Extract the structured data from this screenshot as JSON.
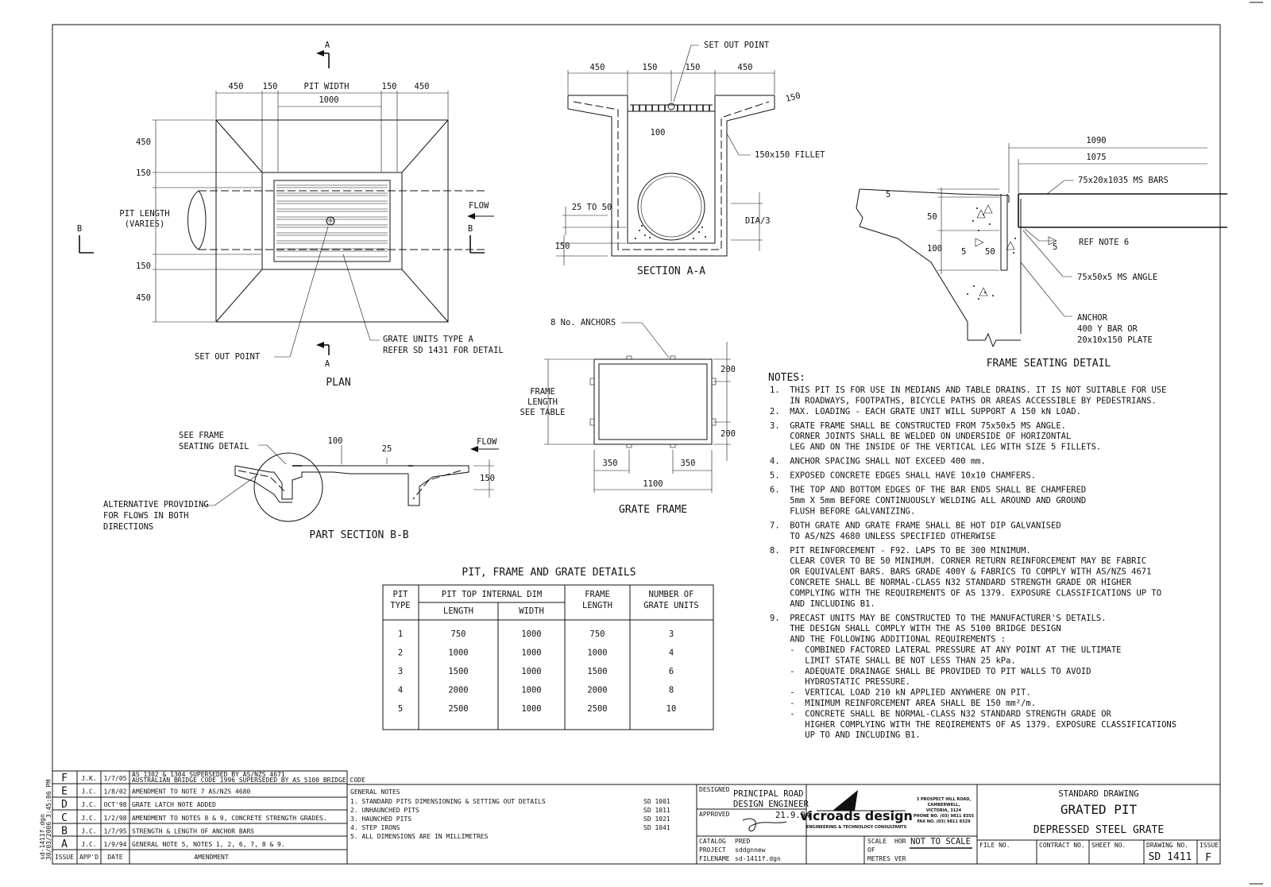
{
  "plan": {
    "section_top": "A",
    "section_bottom": "A",
    "dim_top": [
      "450",
      "150",
      "PIT WIDTH",
      "150",
      "450"
    ],
    "dim_pit_width": "1000",
    "dim_left": [
      "450",
      "150",
      "150",
      "450"
    ],
    "pit_length_1": "PIT LENGTH",
    "pit_length_2": "(VARIES)",
    "section_b_left": "B",
    "section_b_right": "B",
    "flow": "FLOW",
    "set_out_point": "SET OUT POINT",
    "grate_units_1": "GRATE UNITS TYPE A",
    "grate_units_2": "REFER SD 1431 FOR DETAIL",
    "title": "PLAN"
  },
  "section_aa": {
    "set_out_point": "SET OUT POINT",
    "dim_top": [
      "450",
      "150",
      "150",
      "450"
    ],
    "dim_slope": "150",
    "dim_100": "100",
    "fillet": "150x150 FILLET",
    "dim_25_50": "25 TO 50",
    "dia": "DIA/3",
    "dim_150": "150",
    "title": "SECTION A-A"
  },
  "frame_seating": {
    "dim_1090": "1090",
    "dim_1075": "1075",
    "bars": "75x20x1035 MS BARS",
    "dim_5a": "5",
    "dim_50a": "50",
    "dim_100": "100",
    "dim_5b": "5",
    "dim_50b": "50",
    "dim_5c": "5",
    "ref_note": "REF NOTE 6",
    "angle": "75x50x5 MS ANGLE",
    "anchor_1": "ANCHOR",
    "anchor_2": "400 Y BAR OR",
    "anchor_3": "20x10x150 PLATE",
    "title": "FRAME SEATING DETAIL"
  },
  "grate_frame": {
    "anchors": "8 No. ANCHORS",
    "frame_length_1": "FRAME",
    "frame_length_2": "LENGTH",
    "frame_length_3": "SEE TABLE",
    "dim_200a": "200",
    "dim_200b": "200",
    "dim_350a": "350",
    "dim_350b": "350",
    "dim_1100": "1100",
    "title": "GRATE FRAME"
  },
  "part_section": {
    "see_frame_1": "SEE FRAME",
    "see_frame_2": "SEATING DETAIL",
    "dim_100": "100",
    "dim_25": "25",
    "flow": "FLOW",
    "dim_150": "150",
    "alt_1": "ALTERNATIVE PROVIDING",
    "alt_2": "FOR FLOWS IN BOTH",
    "alt_3": "DIRECTIONS",
    "title": "PART SECTION B-B"
  },
  "table": {
    "title": "PIT, FRAME AND GRATE DETAILS",
    "h_pit_1": "PIT",
    "h_pit_2": "TYPE",
    "h_dim": "PIT TOP INTERNAL DIM",
    "h_length": "LENGTH",
    "h_width": "WIDTH",
    "h_frame_1": "FRAME",
    "h_frame_2": "LENGTH",
    "h_num_1": "NUMBER OF",
    "h_num_2": "GRATE UNITS",
    "rows": [
      [
        "1",
        "750",
        "1000",
        "750",
        "3"
      ],
      [
        "2",
        "1000",
        "1000",
        "1000",
        "4"
      ],
      [
        "3",
        "1500",
        "1000",
        "1500",
        "6"
      ],
      [
        "4",
        "2000",
        "1000",
        "2000",
        "8"
      ],
      [
        "5",
        "2500",
        "1000",
        "2500",
        "10"
      ]
    ]
  },
  "notes": {
    "heading": "NOTES:",
    "lines": [
      "1.  THIS PIT IS FOR USE IN MEDIANS AND TABLE DRAINS. IT IS NOT SUITABLE FOR USE",
      "    IN ROADWAYS, FOOTPATHS, BICYCLE PATHS OR AREAS ACCESSIBLE BY PEDESTRIANS.",
      "2.  MAX. LOADING - EACH GRATE UNIT WILL SUPPORT A 150 kN LOAD.",
      "3.  GRATE FRAME SHALL BE CONSTRUCTED FROM 75x50x5 MS ANGLE.",
      "    CORNER JOINTS SHALL BE WELDED ON UNDERSIDE OF HORIZONTAL",
      "    LEG AND ON THE INSIDE OF THE VERTICAL LEG WITH SIZE 5 FILLETS.",
      "4.  ANCHOR SPACING SHALL NOT EXCEED 400 mm.",
      "5.  EXPOSED CONCRETE EDGES SHALL HAVE 10x10 CHAMFERS.",
      "6.  THE TOP AND BOTTOM EDGES OF THE BAR ENDS SHALL BE CHAMFERED",
      "    5mm X 5mm BEFORE CONTINUOUSLY WELDING ALL AROUND AND GROUND",
      "    FLUSH BEFORE GALVANIZING.",
      "7.  BOTH GRATE AND GRATE FRAME SHALL BE HOT DIP GALVANISED",
      "    TO AS/NZS 4680 UNLESS SPECIFIED OTHERWISE",
      "8.  PIT REINFORCEMENT - F92. LAPS TO BE 300 MINIMUM.",
      "    CLEAR COVER TO BE 50 MINIMUM. CORNER RETURN REINFORCEMENT MAY BE FABRIC",
      "    OR EQUIVALENT BARS. BARS GRADE 400Y & FABRICS TO COMPLY WITH AS/NZS 4671",
      "    CONCRETE SHALL BE NORMAL-CLASS N32 STANDARD STRENGTH GRADE OR HIGHER",
      "    COMPLYING WITH THE REQUIREMENTS OF AS 1379. EXPOSURE CLASSIFICATIONS UP TO",
      "    AND INCLUDING B1.",
      "9.  PRECAST UNITS MAY BE CONSTRUCTED TO THE MANUFACTURER'S DETAILS.",
      "    THE DESIGN SHALL COMPLY WITH THE AS 5100 BRIDGE DESIGN",
      "    AND THE FOLLOWING ADDITIONAL REQUIREMENTS :",
      "    -  COMBINED FACTORED LATERAL PRESSURE AT ANY POINT AT THE ULTIMATE",
      "       LIMIT STATE SHALL BE NOT LESS THAN 25 kPa.",
      "    -  ADEQUATE DRAINAGE SHALL BE PROVIDED TO PIT WALLS TO AVOID",
      "       HYDROSTATIC PRESSURE.",
      "    -  VERTICAL LOAD 210 kN APPLIED ANYWHERE ON PIT.",
      "    -  MINIMUM REINFORCEMENT AREA SHALL BE 150 mm²/m.",
      "    -  CONCRETE SHALL BE NORMAL-CLASS N32 STANDARD STRENGTH GRADE OR",
      "       HIGHER COMPLYING WITH THE REQIREMENTS OF AS 1379. EXPOSURE CLASSIFICATIONS",
      "       UP TO AND INCLUDING B1."
    ]
  },
  "amendments": {
    "side_1": "sd-1411f.dgn",
    "side_2": "30/03/2006  3:45:06 PM",
    "header": [
      "ISSUE",
      "APP'D",
      "DATE",
      "AMENDMENT"
    ],
    "rows": [
      [
        "F",
        "J.K.",
        "1/7/05",
        "AS 1302 & 1304 SUPERSEDED BY AS/NZS 4671",
        "AUSTRALIAN BRIDGE CODE 1996 SUPERSEDED BY AS 5100 BRIDGE CODE"
      ],
      [
        "E",
        "J.C.",
        "1/8/02",
        "AMENDMENT TO NOTE 7 AS/NZS 4680",
        ""
      ],
      [
        "D",
        "J.C.",
        "OCT'98",
        "GRATE LATCH NOTE ADDED",
        ""
      ],
      [
        "C",
        "J.C.",
        "1/2/98",
        "AMENDMENT TO NOTES 8 & 9, CONCRETE STRENGTH GRADES.",
        ""
      ],
      [
        "B",
        "J.C.",
        "1/7/95",
        "STRENGTH & LENGTH OF ANCHOR BARS",
        ""
      ],
      [
        "A",
        "J.C.",
        "1/9/94",
        "GENERAL NOTE 5, NOTES 1, 2, 6, 7, 8 & 9.",
        ""
      ]
    ]
  },
  "general_notes": {
    "heading": "GENERAL NOTES",
    "items": [
      {
        "text": "1. STANDARD PITS DIMENSIONING & SETTING OUT DETAILS",
        "ref": "SD 1001"
      },
      {
        "text": "2. UNHAUNCHED PITS",
        "ref": "SD 1011"
      },
      {
        "text": "3. HAUNCHED PITS",
        "ref": "SD 1021"
      },
      {
        "text": "4. STEP IRONS",
        "ref": "SD 1041"
      },
      {
        "text": "5. ALL DIMENSIONS ARE IN MILLIMETRES",
        "ref": ""
      }
    ]
  },
  "title_block": {
    "designed_label": "DESIGNED",
    "designed_1": "PRINCIPAL ROAD",
    "designed_2": "DESIGN ENGINEER",
    "approved_label": "APPROVED",
    "approved_date": "21.9.94",
    "catalog_label": "CATALOG",
    "catalog_value": "PRED",
    "project_label": "PROJECT",
    "project_value": "sddgnnew",
    "filename_label": "FILENAME",
    "filename_value": "sd-1411f.dgn",
    "logo": "vicroads design",
    "logo_sub": "ENGINEERING & TECHNOLOGY CONSULTANTS",
    "address": [
      "3 PROSPECT HILL ROAD,",
      "CAMBERWELL,",
      "VICTORIA, 3124",
      "PHONE NO. (03) 9811 8355",
      "FAX NO. (03) 9811 8329"
    ],
    "scale_1": "SCALE",
    "scale_2": "OF",
    "scale_3": "METRES",
    "hor": "HOR",
    "ver": "VER",
    "not_to_scale": "NOT TO SCALE",
    "std_drawing": "STANDARD DRAWING",
    "title": "GRATED PIT",
    "subtitle": "DEPRESSED STEEL GRATE",
    "file_no": "FILE NO.",
    "contract_no": "CONTRACT NO.",
    "sheet_no": "SHEET NO.",
    "drawing_no_label": "DRAWING NO.",
    "drawing_no": "SD 1411",
    "issue_label": "ISSUE",
    "issue": "F"
  }
}
